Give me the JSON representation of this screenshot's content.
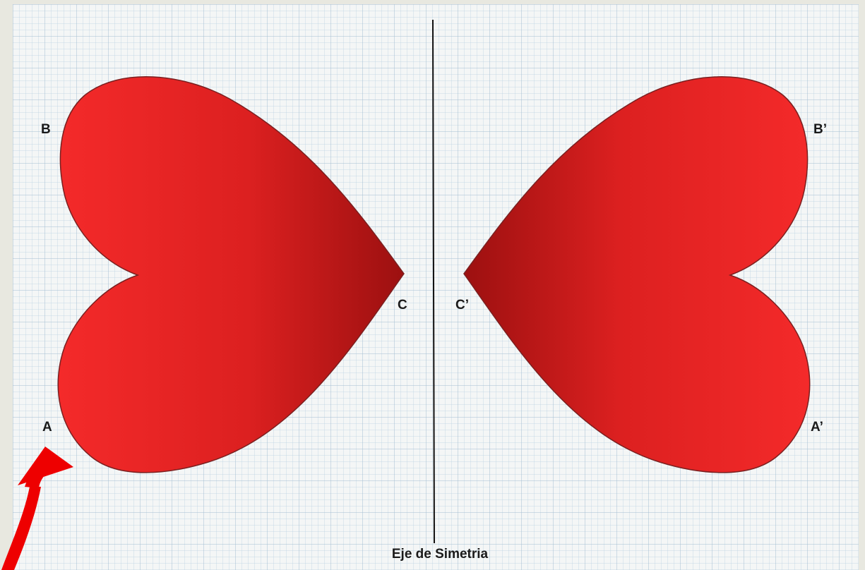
{
  "colors": {
    "frame": "#e8e8e0",
    "paper": "#f4f6f6",
    "grid_minor": "#bcd2e2",
    "grid_major": "#a4bed2",
    "heart_light": "#f42a2a",
    "heart_dark": "#9c1010",
    "heart_outline": "#7a2020",
    "axis": "#111111",
    "label": "#1a1a1a",
    "arrow": "#ee0000"
  },
  "labels": {
    "A": "A",
    "B": "B",
    "C": "C",
    "A_prime": "A’",
    "B_prime": "B’",
    "C_prime": "C’",
    "axis_caption": "Eje de Simetria"
  },
  "icons": {
    "arrow": "curved-arrow-up-right"
  }
}
